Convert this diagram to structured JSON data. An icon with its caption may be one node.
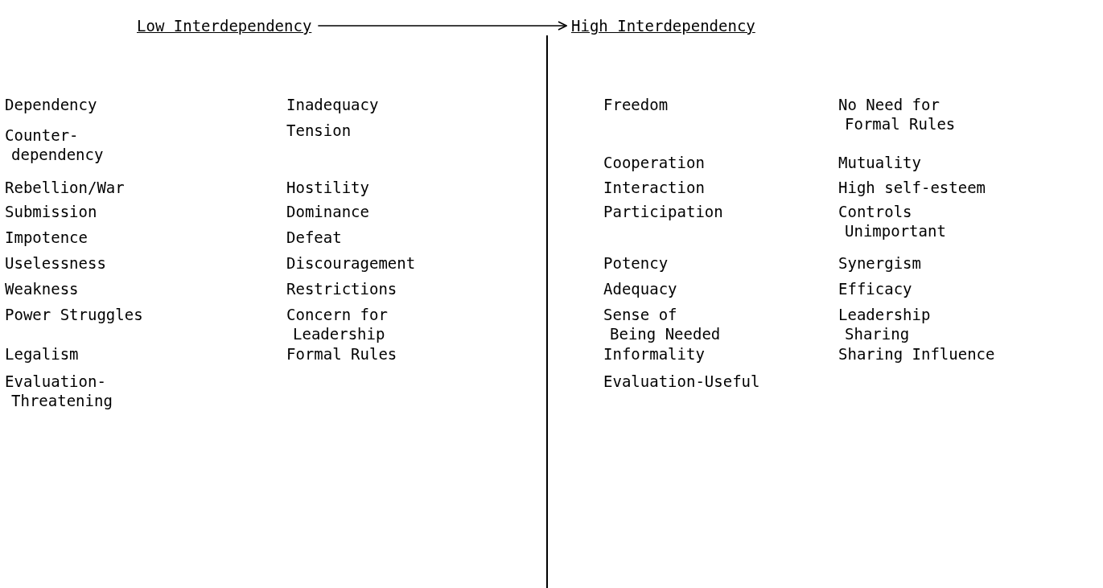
{
  "diagram": {
    "nodes": [
      {
        "text": [
          "Low Interdependency"
        ]
      },
      {
        "text": [
          "High Interdependency"
        ]
      }
    ],
    "edges": [
      {
        "from": 0,
        "to": 1,
        "arrow": "to"
      }
    ],
    "labels": [
      "Dependency",
      "Counter- dependency",
      "Rebellion/War",
      "Submission",
      "Impotence",
      "Uselessness",
      "Weakness",
      "Power Struggles",
      "Legalism",
      "Evaluation- Threatening",
      "Inadequacy",
      "Tension",
      "Hostility",
      "Dominance",
      "Defeat",
      "Discouragement",
      "Restrictions",
      "Concern for Leadership",
      "Formal Rules",
      "Freedom",
      "Cooperation",
      "Interaction",
      "Participation",
      "Potency",
      "Adequacy",
      "Sense of Being Needed",
      "Informality",
      "Evaluation-Useful",
      "No Need for Formal Rules",
      "Mutuality",
      "High self-esteem",
      "Controls Unimportant",
      "Synergism",
      "Efficacy",
      "Leadership Sharing",
      "Sharing Influence"
    ]
  }
}
